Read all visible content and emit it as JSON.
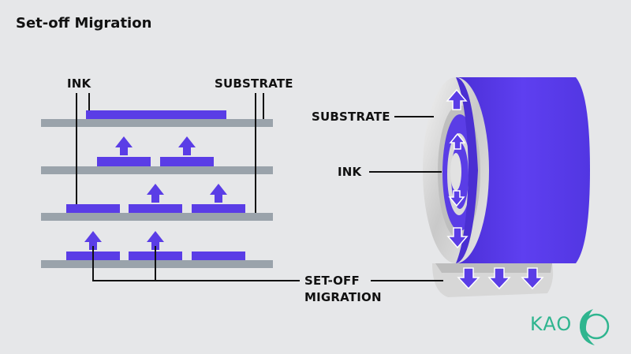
{
  "title": "Set-off Migration",
  "labels": {
    "ink_left": "INK",
    "substrate_left": "SUBSTRATE",
    "substrate_right": "SUBSTRATE",
    "ink_right": "INK",
    "setoff_line1": "SET-OFF",
    "setoff_line2": "MIGRATION"
  },
  "logo": {
    "text": "KAO"
  },
  "colors": {
    "ink": "#5a3de6",
    "substrate": "#9aa3ab",
    "background": "#e6e7e9",
    "logo": "#2fb58f"
  }
}
